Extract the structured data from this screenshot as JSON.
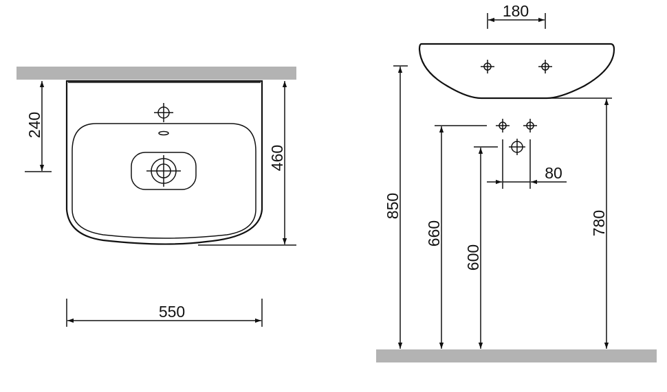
{
  "front_view": {
    "dim_width": "550",
    "dim_tap_hole_depth": "240",
    "dim_depth": "460"
  },
  "side_view": {
    "dim_tap_spacing": "180",
    "dim_basin_height": "850",
    "dim_underside_height": "780",
    "dim_supply_height": "660",
    "dim_waste_height": "600",
    "dim_supply_spacing": "80"
  },
  "colors": {
    "wall": "#b3b3b3",
    "line": "#111111"
  }
}
